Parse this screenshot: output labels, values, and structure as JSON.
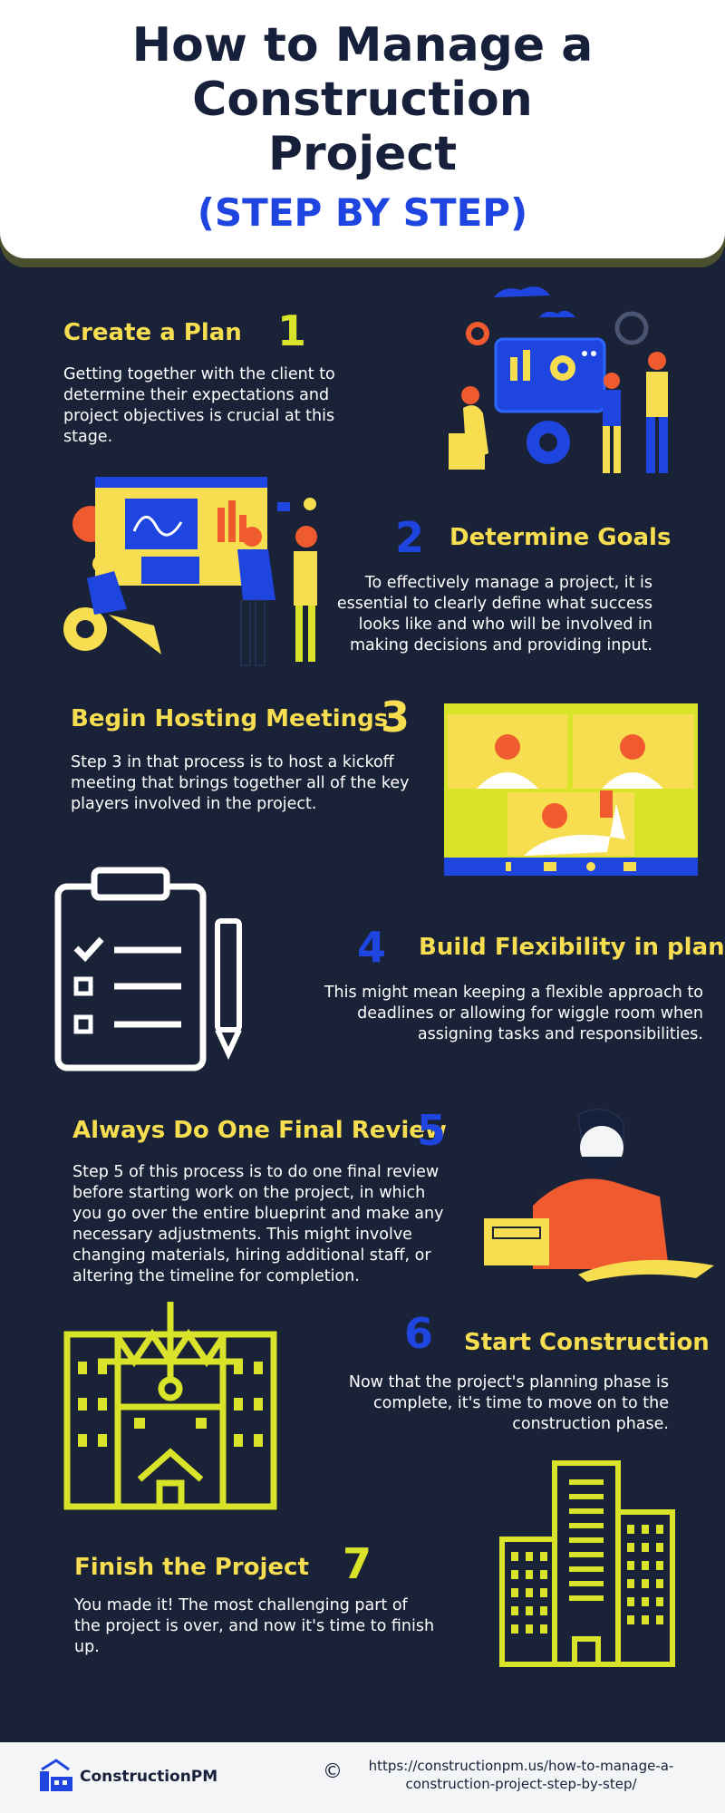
{
  "header": {
    "title_lines": [
      "How to Manage a",
      "Construction",
      "Project"
    ],
    "subtitle": "(STEP BY STEP)"
  },
  "steps": [
    {
      "number": "1",
      "title": "Create a Plan",
      "text": "Getting together with the client to determine their expectations and project objectives is crucial at this stage."
    },
    {
      "number": "2",
      "title": "Determine Goals",
      "text": "To effectively manage a project, it is essential to clearly define what success looks like and who will be involved in making decisions and providing input."
    },
    {
      "number": "3",
      "title": "Begin Hosting Meetings",
      "text": "Step 3 in that process is to host a kickoff meeting that brings together all of the key players involved in the project."
    },
    {
      "number": "4",
      "title": "Build Flexibility in plans",
      "text": "This might mean keeping a flexible approach to deadlines or allowing for wiggle room when assigning tasks and responsibilities."
    },
    {
      "number": "5",
      "title": "Always Do One Final Review",
      "text": "Step 5 of this process is to do one final review before starting work on the project, in which you go over the entire blueprint and make any necessary adjustments. This might involve changing materials, hiring additional staff, or altering the timeline for completion."
    },
    {
      "number": "6",
      "title": "Start Construction",
      "text": "Now that the project's planning phase is complete, it's time to move on to the construction phase."
    },
    {
      "number": "7",
      "title": "Finish the Project",
      "text": "You made it! The most challenging part of the project is over, and now it's time to finish up."
    }
  ],
  "illustrations": [
    "team-planning-illustration",
    "presentation-illustration",
    "video-meeting-illustration",
    "clipboard-checklist-icon",
    "reviewer-illustration",
    "construction-building-icon",
    "office-buildings-icon"
  ],
  "footer": {
    "brand": "ConstructionPM",
    "copyright_symbol": "©",
    "url_lines": [
      "https://constructionpm.us/how-to-manage-a-",
      "construction-project-step-by-step/"
    ]
  },
  "colors": {
    "background": "#1a2238",
    "title": "#17203a",
    "accent_blue": "#1e45e0",
    "step_title": "#f7dd50",
    "lime": "#d9e32a",
    "orange": "#ef5a2f"
  }
}
